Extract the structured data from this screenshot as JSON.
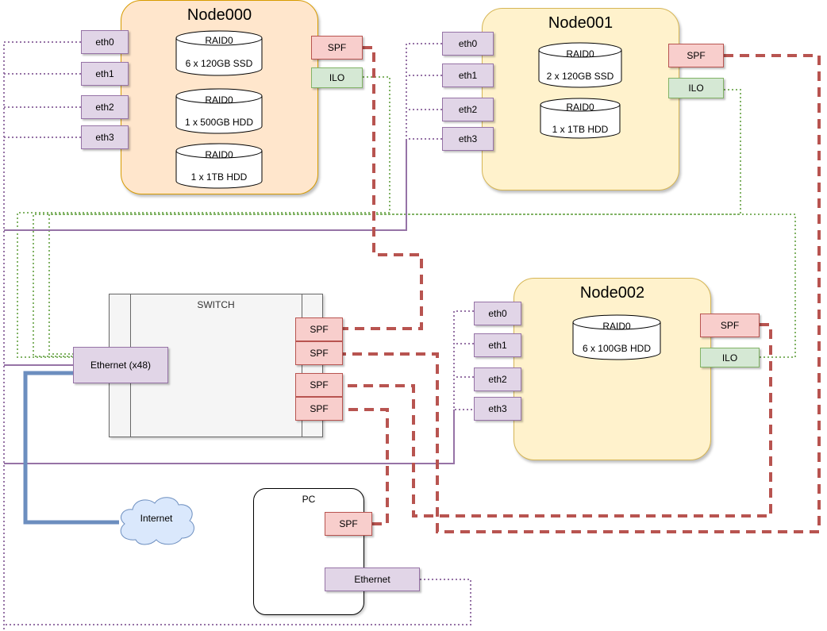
{
  "colors": {
    "eth_link": "#9673a6",
    "ilo_link": "#82b366",
    "spf_link": "#b85450",
    "internet_link": "#6c8ebf",
    "node000_fill": "#ffe6cc",
    "node_fill": "#fff2cc"
  },
  "nodes": {
    "node000": {
      "title": "Node000",
      "eth": [
        "eth0",
        "eth1",
        "eth2",
        "eth3"
      ],
      "spf": "SPF",
      "ilo": "ILO",
      "disks": [
        {
          "raid": "RAID0",
          "desc": "6 x 120GB SSD"
        },
        {
          "raid": "RAID0",
          "desc": "1 x 500GB HDD"
        },
        {
          "raid": "RAID0",
          "desc": "1 x 1TB HDD"
        }
      ]
    },
    "node001": {
      "title": "Node001",
      "eth": [
        "eth0",
        "eth1",
        "eth2",
        "eth3"
      ],
      "spf": "SPF",
      "ilo": "ILO",
      "disks": [
        {
          "raid": "RAID0",
          "desc": "2 x 120GB SSD"
        },
        {
          "raid": "RAID0",
          "desc": "1 x 1TB HDD"
        }
      ]
    },
    "node002": {
      "title": "Node002",
      "eth": [
        "eth0",
        "eth1",
        "eth2",
        "eth3"
      ],
      "spf": "SPF",
      "ilo": "ILO",
      "disks": [
        {
          "raid": "RAID0",
          "desc": "6 x 100GB HDD"
        }
      ]
    }
  },
  "switch": {
    "label": "SWITCH",
    "spf": [
      "SPF",
      "SPF",
      "SPF",
      "SPF"
    ],
    "ethernet": "Ethernet (x48)"
  },
  "pc": {
    "label": "PC",
    "spf": "SPF",
    "ethernet": "Ethernet"
  },
  "internet": {
    "label": "Internet"
  }
}
